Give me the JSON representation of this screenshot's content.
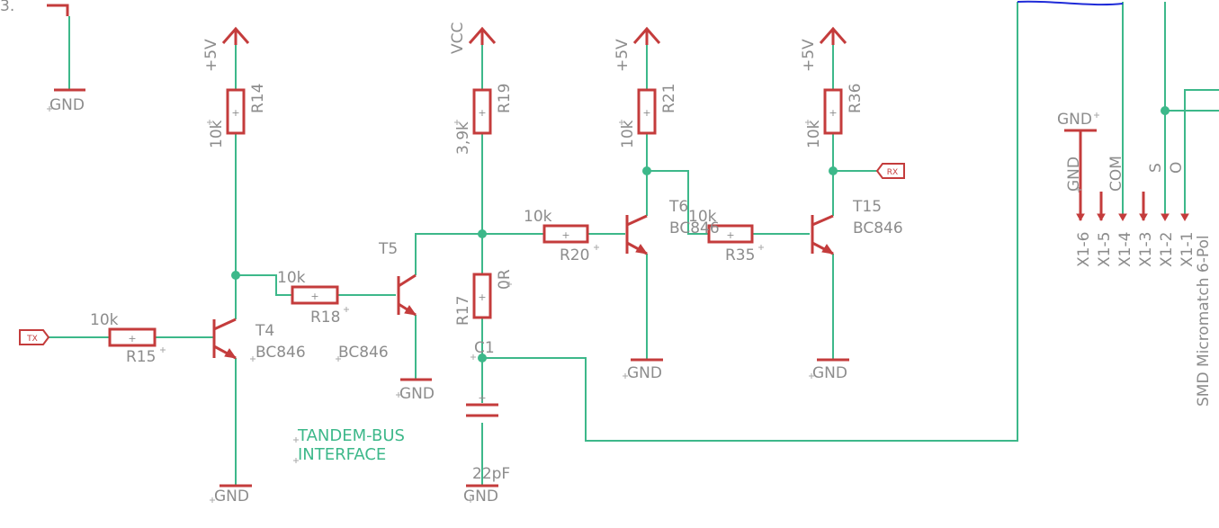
{
  "corner_text": "3.",
  "title_lines": [
    "TANDEM-BUS",
    "INTERFACE"
  ],
  "supplies": {
    "r14": "+5V",
    "r19": "VCC",
    "r21": "+5V",
    "r36": "+5V"
  },
  "grounds": {
    "top_left": "GND",
    "t4": "GND",
    "t5": "GND",
    "c1": "GND",
    "t6": "GND",
    "t15": "GND",
    "connector": "GND"
  },
  "resistors": {
    "r14": {
      "name": "R14",
      "value": "10k"
    },
    "r19": {
      "name": "R19",
      "value": "3,9k"
    },
    "r21": {
      "name": "R21",
      "value": "10k"
    },
    "r36": {
      "name": "R36",
      "value": "10k"
    },
    "r15": {
      "name": "R15",
      "value": "10k"
    },
    "r18": {
      "name": "R18",
      "value": "10k"
    },
    "r20": {
      "name": "R20",
      "value": "10k"
    },
    "r35": {
      "name": "R35",
      "value": "10k"
    },
    "r17": {
      "name": "R17",
      "value": "0R"
    }
  },
  "capacitor": {
    "name": "C1",
    "value": "22pF"
  },
  "transistors": {
    "t4": {
      "name": "T4",
      "value": "BC846"
    },
    "t5": {
      "name": "T5",
      "value": "BC846"
    },
    "t6": {
      "name": "T6",
      "value": "BC846"
    },
    "t15": {
      "name": "T15",
      "value": "BC846"
    }
  },
  "net_tags": {
    "tx": "TX",
    "rx": "RX"
  },
  "connector": {
    "name": "SMD Micromatch 6-Pol",
    "pins": [
      "X1-6",
      "X1-5",
      "X1-4",
      "X1-3",
      "X1-2",
      "X1-1"
    ],
    "signals": {
      "gnd": "GND",
      "com": "COM",
      "s": "S",
      "o": "O"
    }
  },
  "colors": {
    "wire": "#3db88a",
    "symbol": "#c43c3c",
    "bus": "#1f2bd8",
    "label": "#8c8c8c"
  }
}
